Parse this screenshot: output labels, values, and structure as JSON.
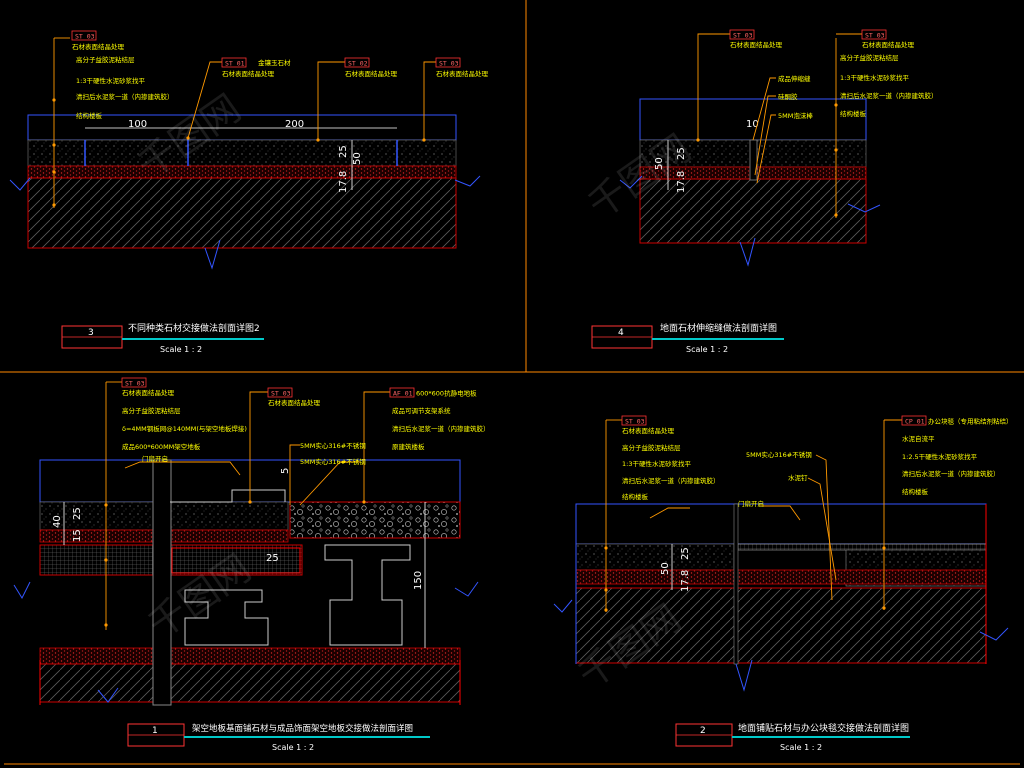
{
  "colors": {
    "background": "#000000",
    "section_line": "#ff0000",
    "leader": "#ff9900",
    "annotation": "#ffff00",
    "title_text": "#ffffff",
    "title_underline": "#00c8c8",
    "finish_line": "#3355ff",
    "dimension": "#ffffff",
    "hatch": "#606060",
    "viewport_border": "#ff8800",
    "grout_dots": "#cc3333"
  },
  "details": [
    {
      "number": "3",
      "title": "不同种类石材交接做法剖面详图2",
      "scale": "Scale 1 : 2",
      "tags": [
        "ST 03",
        "ST 01",
        "ST 02",
        "ST 03"
      ],
      "tag_notes": [
        "石材表面结晶处理",
        "石材表面结晶处理",
        "石材表面结晶处理",
        "石材表面结晶处理"
      ],
      "side_note": "金镶玉石材",
      "layers": [
        "石材表面结晶处理",
        "高分子益胶泥粘结层",
        "1:3干硬性水泥砂浆找平",
        "清扫后水泥浆一道（内掺建筑胶）",
        "结构楼板"
      ],
      "dims": [
        "100",
        "200",
        "25",
        "50",
        "17.8"
      ]
    },
    {
      "number": "4",
      "title": "地面石材伸缩缝做法剖面详图",
      "scale": "Scale 1 : 2",
      "tags": [
        "ST 03",
        "ST 03"
      ],
      "tag_notes": [
        "石材表面结晶处理",
        "石材表面结晶处理"
      ],
      "mid_notes": [
        "成品伸缩缝",
        "硅酮胶",
        "5MM泡沫棒"
      ],
      "layers": [
        "高分子益胶泥粘结层",
        "1:3干硬性水泥砂浆找平",
        "清扫后水泥浆一道（内掺建筑胶）",
        "结构楼板"
      ],
      "dims": [
        "10",
        "50",
        "25",
        "17.8"
      ]
    },
    {
      "number": "1",
      "title": "架空地板基面铺石材与成品饰面架空地板交接做法剖面详图",
      "scale": "Scale 1 : 2",
      "tags": [
        "ST 03",
        "ST 03",
        "AF 01"
      ],
      "tag_notes": [
        "石材表面结晶处理",
        "石材表面结晶处理",
        "600*600抗静电地板"
      ],
      "layers_left": [
        "石材表面结晶处理",
        "高分子益胶泥粘结层",
        "δ=4MM钢板网@140MM(与架空地板焊接)",
        "成品600*600MM架空地板"
      ],
      "layers_right": [
        "成品可调节支架系统",
        "清扫后水泥浆一道（内掺建筑胶）",
        "原建筑楼板"
      ],
      "mid_notes": [
        "门扇开启",
        "5MM实心316#不锈钢",
        "5MM实心316#不锈钢"
      ],
      "dims": [
        "40",
        "25",
        "15",
        "25",
        "5",
        "150"
      ]
    },
    {
      "number": "2",
      "title": "地面铺贴石材与办公块毯交接做法剖面详图",
      "scale": "Scale 1 : 2",
      "tags": [
        "ST 03",
        "CP 01"
      ],
      "tag_notes": [
        "石材表面结晶处理",
        "办公块毯（专用粘结剂粘结）"
      ],
      "side_note": "门扇开启",
      "mid_notes": [
        "5MM实心316#不锈钢",
        "水泥钉"
      ],
      "layers_left": [
        "高分子益胶泥粘结层",
        "1:3干硬性水泥砂浆找平",
        "清扫后水泥浆一道（内掺建筑胶）",
        "结构楼板"
      ],
      "layers_right": [
        "水泥自流平",
        "1:2.5干硬性水泥砂浆找平",
        "清扫后水泥浆一道（内掺建筑胶）",
        "结构楼板"
      ],
      "dims": [
        "25",
        "50",
        "17.8"
      ]
    }
  ],
  "watermark": "千图网"
}
